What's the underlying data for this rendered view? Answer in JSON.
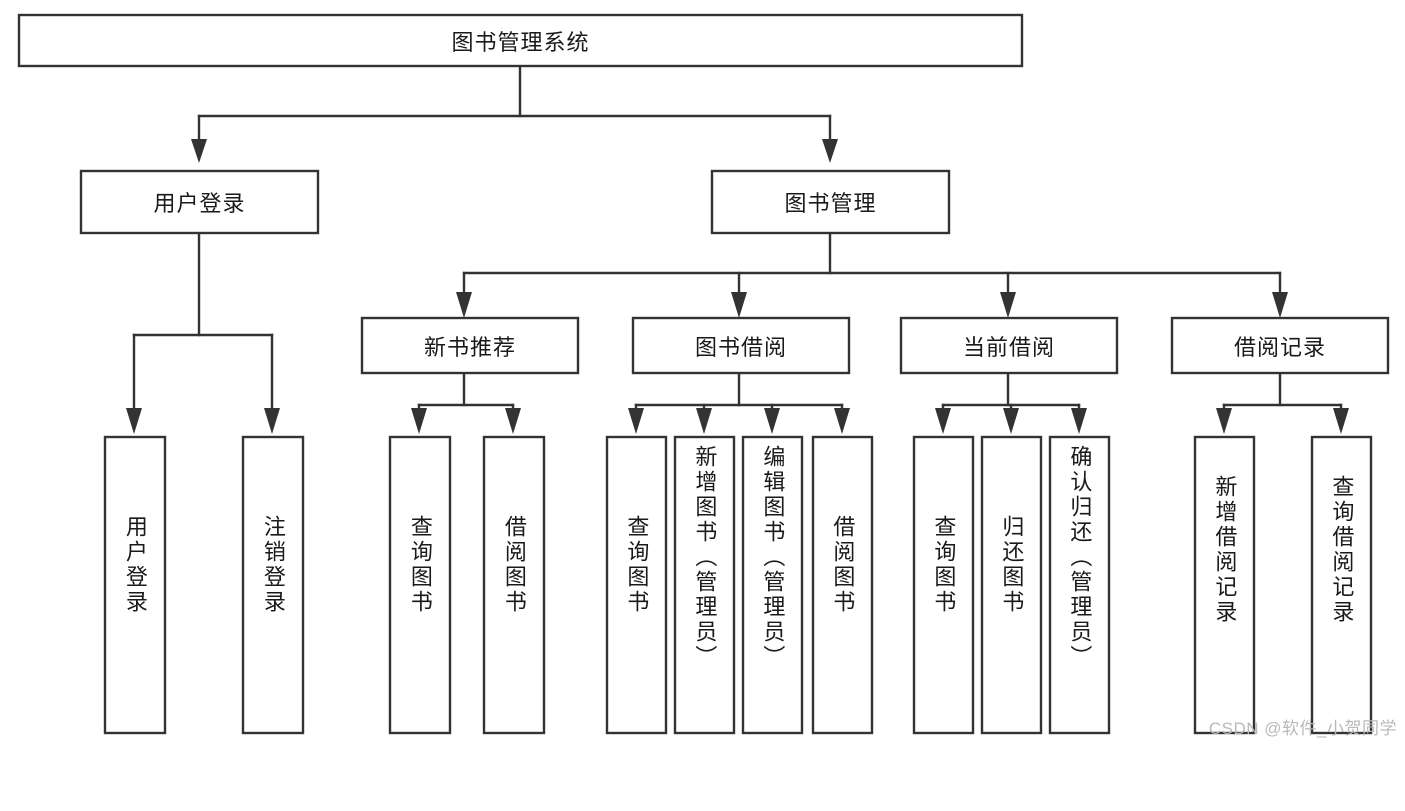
{
  "diagram": {
    "type": "tree-hierarchy-flowchart",
    "title": "图书管理系统",
    "orientation": "top-down",
    "watermark": "CSDN @软件_小贺同学",
    "style": {
      "box_fill": "#ffffff",
      "box_stroke": "#333333",
      "text_color": "#1a1a1a",
      "background": "#ffffff",
      "watermark_color": "#b9b9b9"
    },
    "levels": {
      "level1": "系统根节点",
      "level2": "主模块",
      "level3": "子模块",
      "level4": "功能项"
    },
    "nodes": {
      "root": {
        "id": "root",
        "label": "图书管理系统",
        "orientation": "horizontal"
      },
      "user_login": {
        "id": "user-login",
        "label": "用户登录",
        "orientation": "horizontal"
      },
      "book_manage": {
        "id": "book-manage",
        "label": "图书管理",
        "orientation": "horizontal"
      },
      "new_book": {
        "id": "new-book-recommend",
        "label": "新书推荐",
        "orientation": "horizontal"
      },
      "book_borrow": {
        "id": "book-borrow",
        "label": "图书借阅",
        "orientation": "horizontal"
      },
      "current_borrow": {
        "id": "current-borrow",
        "label": "当前借阅",
        "orientation": "horizontal"
      },
      "borrow_record": {
        "id": "borrow-record",
        "label": "借阅记录",
        "orientation": "horizontal"
      },
      "leaf_1": {
        "id": "leaf-user-login",
        "label": "用户登录",
        "orientation": "vertical"
      },
      "leaf_2": {
        "id": "leaf-logout-login",
        "label": "注销登录",
        "orientation": "vertical"
      },
      "leaf_3": {
        "id": "leaf-query-book-new",
        "label": "查询图书",
        "orientation": "vertical"
      },
      "leaf_4": {
        "id": "leaf-borrow-book-new",
        "label": "借阅图书",
        "orientation": "vertical"
      },
      "leaf_5": {
        "id": "leaf-query-book-borrow",
        "label": "查询图书",
        "orientation": "vertical"
      },
      "leaf_6": {
        "id": "leaf-add-book-admin",
        "label": "新增图书（管理员）",
        "orientation": "vertical"
      },
      "leaf_7": {
        "id": "leaf-edit-book-admin",
        "label": "编辑图书（管理员）",
        "orientation": "vertical"
      },
      "leaf_8": {
        "id": "leaf-borrow-book",
        "label": "借阅图书",
        "orientation": "vertical"
      },
      "leaf_9": {
        "id": "leaf-query-book-current",
        "label": "查询图书",
        "orientation": "vertical"
      },
      "leaf_10": {
        "id": "leaf-return-book",
        "label": "归还图书",
        "orientation": "vertical"
      },
      "leaf_11": {
        "id": "leaf-confirm-return-admin",
        "label": "确认归还（管理员）",
        "orientation": "vertical"
      },
      "leaf_12": {
        "id": "leaf-add-borrow-record",
        "label": "新增借阅记录",
        "orientation": "vertical"
      },
      "leaf_13": {
        "id": "leaf-query-borrow-record",
        "label": "查询借阅记录",
        "orientation": "vertical"
      }
    },
    "edges": [
      {
        "from": "图书管理系统",
        "to": "用户登录"
      },
      {
        "from": "图书管理系统",
        "to": "图书管理"
      },
      {
        "from": "用户登录",
        "to": "用户登录"
      },
      {
        "from": "用户登录",
        "to": "注销登录"
      },
      {
        "from": "图书管理",
        "to": "新书推荐"
      },
      {
        "from": "图书管理",
        "to": "图书借阅"
      },
      {
        "from": "图书管理",
        "to": "当前借阅"
      },
      {
        "from": "图书管理",
        "to": "借阅记录"
      },
      {
        "from": "新书推荐",
        "to": "查询图书"
      },
      {
        "from": "新书推荐",
        "to": "借阅图书"
      },
      {
        "from": "图书借阅",
        "to": "查询图书"
      },
      {
        "from": "图书借阅",
        "to": "新增图书（管理员）"
      },
      {
        "from": "图书借阅",
        "to": "编辑图书（管理员）"
      },
      {
        "from": "图书借阅",
        "to": "借阅图书"
      },
      {
        "from": "当前借阅",
        "to": "查询图书"
      },
      {
        "from": "当前借阅",
        "to": "归还图书"
      },
      {
        "from": "当前借阅",
        "to": "确认归还（管理员）"
      },
      {
        "from": "借阅记录",
        "to": "新增借阅记录"
      },
      {
        "from": "借阅记录",
        "to": "查询借阅记录"
      }
    ]
  }
}
